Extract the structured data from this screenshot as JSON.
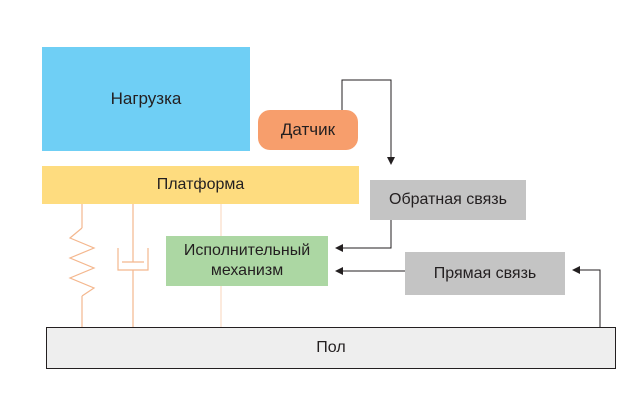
{
  "diagram": {
    "load_label": "Нагрузка",
    "sensor_label": "Датчик",
    "platform_label": "Платформа",
    "feedback_label": "Обратная связь",
    "actuator_label": "Исполнительный\nмеханизм",
    "feedforward_label": "Прямая связь",
    "floor_label": "Пол"
  },
  "colors": {
    "load": "#6fcff5",
    "sensor": "#f79e6c",
    "platform": "#fedc7f",
    "control_blocks": "#c4c4c4",
    "actuator": "#acd7a3",
    "floor": "#eeeeee",
    "mechanical_lines": "#f4b78e",
    "arrows": "#231f20"
  }
}
